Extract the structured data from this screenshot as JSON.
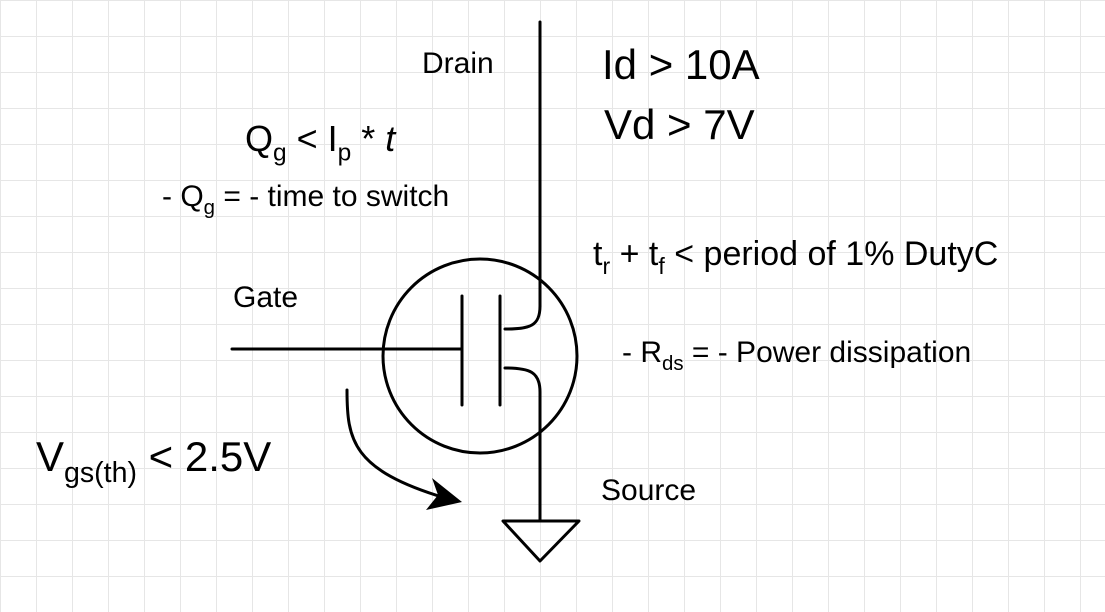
{
  "diagram": {
    "stroke_color": "#000000",
    "grid_color": "#e6e6e6",
    "terminals": {
      "drain": "Drain",
      "gate": "Gate",
      "source": "Source"
    },
    "ratings": {
      "id": "Id > 10A",
      "vd": "Vd > 7V"
    },
    "gate_charge": {
      "q": "Q",
      "q_sub": "g",
      "lt": " < I",
      "i_sub": "p",
      "star": " * ",
      "t": "t"
    },
    "gate_charge_note": {
      "prefix": "- Q",
      "sub": "g",
      "rest": " = - time to switch"
    },
    "switching": {
      "t1": "t",
      "r": "r",
      "plus": " + t",
      "f": "f",
      "rest": " < period of 1% DutyC"
    },
    "rds_note": {
      "prefix": "- R",
      "sub": "ds",
      "rest": " = - Power dissipation"
    },
    "vgs": {
      "v": "V",
      "sub": "gs(th)",
      "rest": " < 2.5V"
    }
  }
}
